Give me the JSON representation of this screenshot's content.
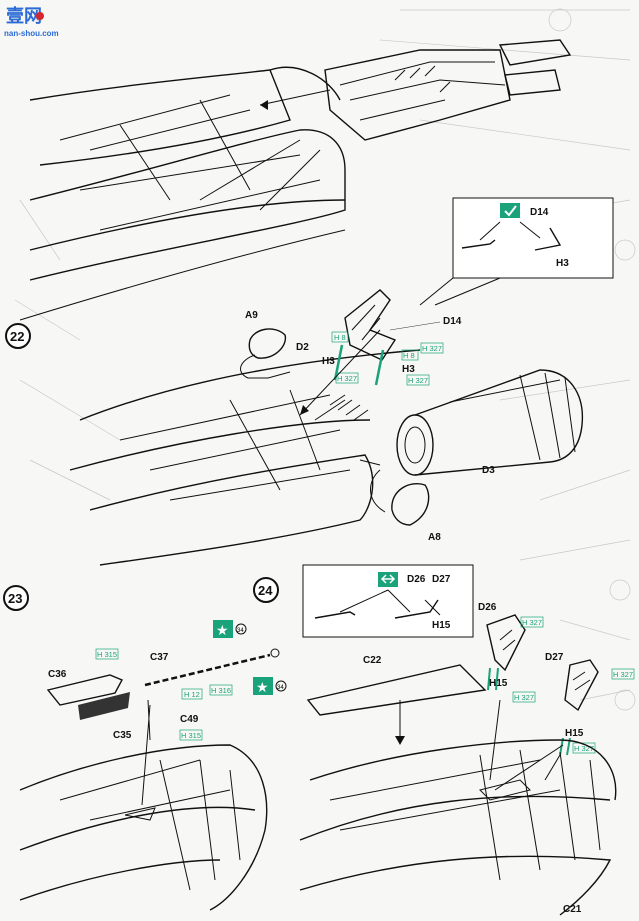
{
  "watermark": {
    "brand": "壹网",
    "site": "nan-shou.com"
  },
  "steps": {
    "s22": {
      "number": "22"
    },
    "s23": {
      "number": "23"
    },
    "s24": {
      "number": "24"
    }
  },
  "parts": {
    "A9": "A9",
    "D2": "D2",
    "D14": "D14",
    "D14_top": "D14",
    "H3_a": "H3",
    "H3_b": "H3",
    "H3_inset": "H3",
    "D3": "D3",
    "A8": "A8",
    "C36": "C36",
    "C37": "C37",
    "C49": "C49",
    "C35": "C35",
    "C22": "C22",
    "D26": "D26",
    "D26_inset": "D26",
    "D27_inset": "D27",
    "H15_inset": "H15",
    "H15_a": "H15",
    "D27": "D27",
    "H15_b": "H15",
    "C21": "C21"
  },
  "paint_codes": {
    "h8_a": "H 8",
    "h327_a": "H 327",
    "h8_b": "H 8",
    "h327_b": "H 327",
    "h327_c": "H 327",
    "h315_a": "H 315",
    "h12": "H 12",
    "h316": "H 316",
    "h315_b": "H 315",
    "h327_d": "H 327",
    "h327_e": "H 327",
    "h327_f": "H 327"
  },
  "decal_refs": {
    "d1": "34",
    "d2": "34"
  },
  "colors": {
    "paint_green": "#1aa37a",
    "ink": "#111111",
    "watermark_blue": "#2b6bd6",
    "watermark_red": "#d8262e"
  }
}
